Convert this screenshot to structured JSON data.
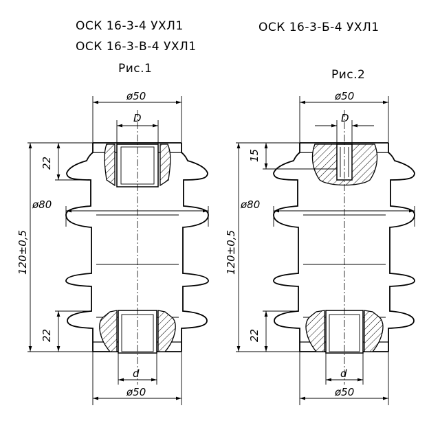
{
  "figure1": {
    "title_line1": "ОСК 16-3-4 УХЛ1",
    "title_line2": "ОСК 16-3-В-4 УХЛ1",
    "caption": "Рис.1",
    "dim_top_diameter": "ø50",
    "dim_top_bore": "D",
    "dim_top_depth": "22",
    "dim_shed_diameter": "ø80",
    "dim_height": "120±0,5",
    "dim_bottom_depth": "22",
    "dim_bottom_bore": "d",
    "dim_bottom_diameter": "ø50"
  },
  "figure2": {
    "title_line1": "ОСК 16-3-Б-4 УХЛ1",
    "caption": "Рис.2",
    "dim_top_diameter": "ø50",
    "dim_top_bore": "D",
    "dim_top_depth": "15",
    "dim_shed_diameter": "ø80",
    "dim_height": "120±0,5",
    "dim_bottom_depth": "22",
    "dim_bottom_bore": "d",
    "dim_bottom_diameter": "ø50"
  }
}
